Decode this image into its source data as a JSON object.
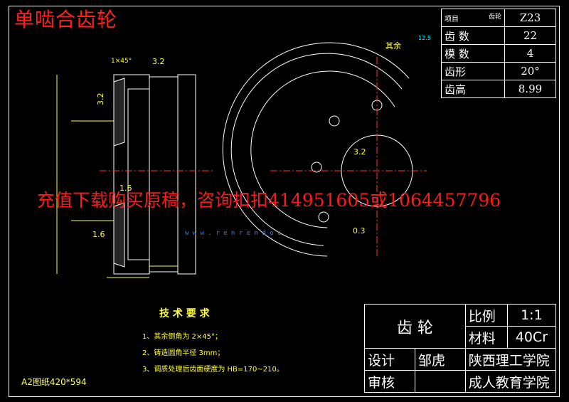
{
  "overlay_title": "单啮合齿轮",
  "watermark": "充值下载购买原稿，咨询扣扣414951605或1064457796",
  "params": {
    "header_left": "项目",
    "header_right_top": "齿轮",
    "header_val": "Z23",
    "rows": [
      {
        "label": "齿  数",
        "value": "22"
      },
      {
        "label": "模  数",
        "value": "4"
      },
      {
        "label": "齿形",
        "value": "20°"
      },
      {
        "label": "齿高",
        "value": "8.99"
      }
    ]
  },
  "title_block": {
    "name": "齿  轮",
    "scale_label": "比例",
    "scale_value": "1:1",
    "material_label": "材料",
    "material_value": "40Cr",
    "designer_label": "设计",
    "designer_value": "邹虎",
    "reviewer_label": "审核",
    "school_1": "陕西理工学院",
    "school_2": "成人教育学院"
  },
  "tech": {
    "heading": "技 术 要 求",
    "items": [
      "1、其余倒角为 2×45°；",
      "2、铸造圆角半径 3mm；",
      "3、调质处理后齿面硬度为 HB=170~210。"
    ]
  },
  "paper_size": "A2图纸420*594",
  "rest_label": "其余",
  "rest_value": "12.5",
  "dims": {
    "chamfer": "1×45°",
    "r32_top": "3.2",
    "r32_left": "3.2",
    "r16": "1.6",
    "r16_b": "1.6",
    "r32_circle": "3.2",
    "tol": "0.3",
    "site": "w w w . r e n r e n d o c"
  },
  "colors": {
    "line": "#ffffff",
    "dim": "#ffff33",
    "center": "#ff3030",
    "ann": "#00ffff"
  }
}
